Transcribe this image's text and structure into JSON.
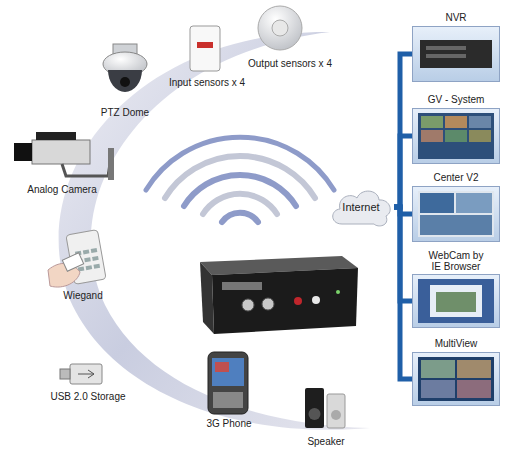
{
  "diagram": {
    "nodes": [
      {
        "text": [
          "NVR"
        ]
      },
      {
        "text": [
          "GV - System"
        ]
      },
      {
        "text": [
          "Internet"
        ]
      },
      {
        "text": [
          "Center V2"
        ]
      },
      {
        "text": [
          "WebCam by IE Browser"
        ]
      },
      {
        "text": [
          "MultiView"
        ]
      }
    ],
    "edges": [
      {
        "from": 2,
        "to": 0,
        "arrow": "none"
      },
      {
        "from": 2,
        "to": 1,
        "arrow": "none"
      },
      {
        "from": 2,
        "to": 3,
        "arrow": "none"
      },
      {
        "from": 2,
        "to": 4,
        "arrow": "none"
      },
      {
        "from": 2,
        "to": 5,
        "arrow": "none"
      }
    ],
    "labels": [
      "PTZ Dome",
      "Input sensors x 4",
      "Output sensors x 4",
      "Analog Camera",
      "Wiegand",
      "USB 2.0 Storage",
      "3G Phone",
      "Speaker"
    ]
  }
}
